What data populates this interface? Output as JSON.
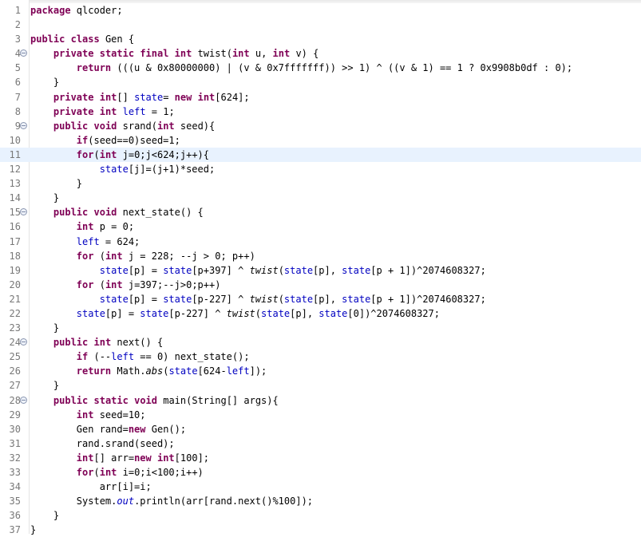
{
  "editor": {
    "current_line": 11,
    "fold_markers": [
      4,
      9,
      15,
      24,
      28
    ],
    "fold_glyph": "⊖",
    "lines": [
      [
        {
          "t": "package",
          "s": "kw"
        },
        {
          "t": " qlcoder;"
        }
      ],
      [],
      [
        {
          "t": "public",
          "s": "kw"
        },
        {
          "t": " "
        },
        {
          "t": "class",
          "s": "kw"
        },
        {
          "t": " Gen {"
        }
      ],
      [
        {
          "t": "    "
        },
        {
          "t": "private",
          "s": "kw"
        },
        {
          "t": " "
        },
        {
          "t": "static",
          "s": "kw"
        },
        {
          "t": " "
        },
        {
          "t": "final",
          "s": "kw"
        },
        {
          "t": " "
        },
        {
          "t": "int",
          "s": "kw"
        },
        {
          "t": " twist("
        },
        {
          "t": "int",
          "s": "kw"
        },
        {
          "t": " u, "
        },
        {
          "t": "int",
          "s": "kw"
        },
        {
          "t": " v) {"
        }
      ],
      [
        {
          "t": "        "
        },
        {
          "t": "return",
          "s": "kw"
        },
        {
          "t": " (((u & 0x80000000) | (v & 0x7fffffff)) >> 1) ^ ((v & 1) == 1 ? 0x9908b0df : 0);"
        }
      ],
      [
        {
          "t": "    }"
        }
      ],
      [
        {
          "t": "    "
        },
        {
          "t": "private",
          "s": "kw"
        },
        {
          "t": " "
        },
        {
          "t": "int",
          "s": "kw"
        },
        {
          "t": "[] "
        },
        {
          "t": "state",
          "s": "fld"
        },
        {
          "t": "= "
        },
        {
          "t": "new",
          "s": "kw"
        },
        {
          "t": " "
        },
        {
          "t": "int",
          "s": "kw"
        },
        {
          "t": "[624];"
        }
      ],
      [
        {
          "t": "    "
        },
        {
          "t": "private",
          "s": "kw"
        },
        {
          "t": " "
        },
        {
          "t": "int",
          "s": "kw"
        },
        {
          "t": " "
        },
        {
          "t": "left",
          "s": "fld"
        },
        {
          "t": " = 1;"
        }
      ],
      [
        {
          "t": "    "
        },
        {
          "t": "public",
          "s": "kw"
        },
        {
          "t": " "
        },
        {
          "t": "void",
          "s": "kw"
        },
        {
          "t": " srand("
        },
        {
          "t": "int",
          "s": "kw"
        },
        {
          "t": " seed){"
        }
      ],
      [
        {
          "t": "        "
        },
        {
          "t": "if",
          "s": "kw"
        },
        {
          "t": "(seed==0)seed=1;"
        }
      ],
      [
        {
          "t": "        "
        },
        {
          "t": "for",
          "s": "kw"
        },
        {
          "t": "("
        },
        {
          "t": "int",
          "s": "kw"
        },
        {
          "t": " j=0;j<624;j++){"
        }
      ],
      [
        {
          "t": "            "
        },
        {
          "t": "state",
          "s": "fld"
        },
        {
          "t": "[j]=(j+1)*seed;"
        }
      ],
      [
        {
          "t": "        }"
        }
      ],
      [
        {
          "t": "    }"
        }
      ],
      [
        {
          "t": "    "
        },
        {
          "t": "public",
          "s": "kw"
        },
        {
          "t": " "
        },
        {
          "t": "void",
          "s": "kw"
        },
        {
          "t": " next_state() {"
        }
      ],
      [
        {
          "t": "        "
        },
        {
          "t": "int",
          "s": "kw"
        },
        {
          "t": " p = 0;"
        }
      ],
      [
        {
          "t": "        "
        },
        {
          "t": "left",
          "s": "fld"
        },
        {
          "t": " = 624;"
        }
      ],
      [
        {
          "t": "        "
        },
        {
          "t": "for",
          "s": "kw"
        },
        {
          "t": " ("
        },
        {
          "t": "int",
          "s": "kw"
        },
        {
          "t": " j = 228; --j > 0; p++)"
        }
      ],
      [
        {
          "t": "            "
        },
        {
          "t": "state",
          "s": "fld"
        },
        {
          "t": "[p] = "
        },
        {
          "t": "state",
          "s": "fld"
        },
        {
          "t": "[p+397] ^ "
        },
        {
          "t": "twist",
          "s": "it"
        },
        {
          "t": "("
        },
        {
          "t": "state",
          "s": "fld"
        },
        {
          "t": "[p], "
        },
        {
          "t": "state",
          "s": "fld"
        },
        {
          "t": "[p + 1])^2074608327;"
        }
      ],
      [
        {
          "t": "        "
        },
        {
          "t": "for",
          "s": "kw"
        },
        {
          "t": " ("
        },
        {
          "t": "int",
          "s": "kw"
        },
        {
          "t": " j=397;--j>0;p++)"
        }
      ],
      [
        {
          "t": "            "
        },
        {
          "t": "state",
          "s": "fld"
        },
        {
          "t": "[p] = "
        },
        {
          "t": "state",
          "s": "fld"
        },
        {
          "t": "[p-227] ^ "
        },
        {
          "t": "twist",
          "s": "it"
        },
        {
          "t": "("
        },
        {
          "t": "state",
          "s": "fld"
        },
        {
          "t": "[p], "
        },
        {
          "t": "state",
          "s": "fld"
        },
        {
          "t": "[p + 1])^2074608327;"
        }
      ],
      [
        {
          "t": "        "
        },
        {
          "t": "state",
          "s": "fld"
        },
        {
          "t": "[p] = "
        },
        {
          "t": "state",
          "s": "fld"
        },
        {
          "t": "[p-227] ^ "
        },
        {
          "t": "twist",
          "s": "it"
        },
        {
          "t": "("
        },
        {
          "t": "state",
          "s": "fld"
        },
        {
          "t": "[p], "
        },
        {
          "t": "state",
          "s": "fld"
        },
        {
          "t": "[0])^2074608327;"
        }
      ],
      [
        {
          "t": "    }"
        }
      ],
      [
        {
          "t": "    "
        },
        {
          "t": "public",
          "s": "kw"
        },
        {
          "t": " "
        },
        {
          "t": "int",
          "s": "kw"
        },
        {
          "t": " next() {"
        }
      ],
      [
        {
          "t": "        "
        },
        {
          "t": "if",
          "s": "kw"
        },
        {
          "t": " (--"
        },
        {
          "t": "left",
          "s": "fld"
        },
        {
          "t": " == 0) next_state();"
        }
      ],
      [
        {
          "t": "        "
        },
        {
          "t": "return",
          "s": "kw"
        },
        {
          "t": " Math."
        },
        {
          "t": "abs",
          "s": "it"
        },
        {
          "t": "("
        },
        {
          "t": "state",
          "s": "fld"
        },
        {
          "t": "[624-"
        },
        {
          "t": "left",
          "s": "fld"
        },
        {
          "t": "]);"
        }
      ],
      [
        {
          "t": "    }"
        }
      ],
      [
        {
          "t": "    "
        },
        {
          "t": "public",
          "s": "kw"
        },
        {
          "t": " "
        },
        {
          "t": "static",
          "s": "kw"
        },
        {
          "t": " "
        },
        {
          "t": "void",
          "s": "kw"
        },
        {
          "t": " main(String[] args){"
        }
      ],
      [
        {
          "t": "        "
        },
        {
          "t": "int",
          "s": "kw"
        },
        {
          "t": " seed=10;"
        }
      ],
      [
        {
          "t": "        Gen rand="
        },
        {
          "t": "new",
          "s": "kw"
        },
        {
          "t": " Gen();"
        }
      ],
      [
        {
          "t": "        rand.srand(seed);"
        }
      ],
      [
        {
          "t": "        "
        },
        {
          "t": "int",
          "s": "kw"
        },
        {
          "t": "[] arr="
        },
        {
          "t": "new",
          "s": "kw"
        },
        {
          "t": " "
        },
        {
          "t": "int",
          "s": "kw"
        },
        {
          "t": "[100];"
        }
      ],
      [
        {
          "t": "        "
        },
        {
          "t": "for",
          "s": "kw"
        },
        {
          "t": "("
        },
        {
          "t": "int",
          "s": "kw"
        },
        {
          "t": " i=0;i<100;i++)"
        }
      ],
      [
        {
          "t": "            arr[i]=i;"
        }
      ],
      [
        {
          "t": "        System."
        },
        {
          "t": "out",
          "s": "itf"
        },
        {
          "t": ".println(arr[rand.next()%100]);"
        }
      ],
      [
        {
          "t": "    }"
        }
      ],
      [
        {
          "t": "}"
        }
      ]
    ]
  }
}
